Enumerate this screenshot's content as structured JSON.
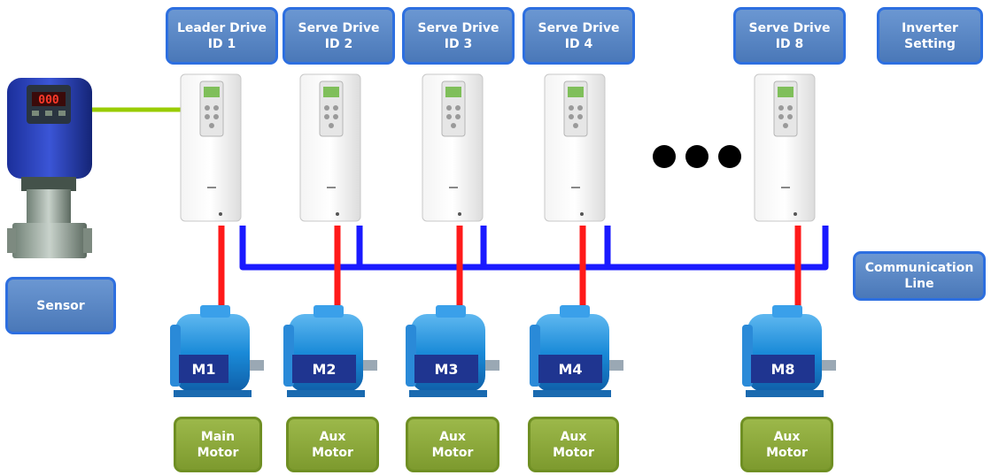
{
  "drives": [
    {
      "id": "drive-1",
      "title": "Leader Drive\nID 1",
      "motor_tag": "M1",
      "motor_role": "Main\nMotor"
    },
    {
      "id": "drive-2",
      "title": "Serve Drive\nID 2",
      "motor_tag": "M2",
      "motor_role": "Aux\nMotor"
    },
    {
      "id": "drive-3",
      "title": "Serve Drive\nID 3",
      "motor_tag": "M3",
      "motor_role": "Aux\nMotor"
    },
    {
      "id": "drive-4",
      "title": "Serve Drive\nID 4",
      "motor_tag": "M4",
      "motor_role": "Aux\nMotor"
    },
    {
      "id": "drive-8",
      "title": "Serve Drive\nID 8",
      "motor_tag": "M8",
      "motor_role": "Aux\nMotor"
    }
  ],
  "inverter_setting": "Inverter\nSetting",
  "sensor_label": "Sensor",
  "communication_line": "Communication\nLine",
  "sensor_display": "000",
  "colors": {
    "box_blue": "#5585c8",
    "box_border_blue": "#2d6fe0",
    "box_green": "#8aa83a",
    "power_line_red": "#ff1a1a",
    "comm_line_blue": "#1a1aff",
    "sensor_link_green": "#99cc00"
  }
}
